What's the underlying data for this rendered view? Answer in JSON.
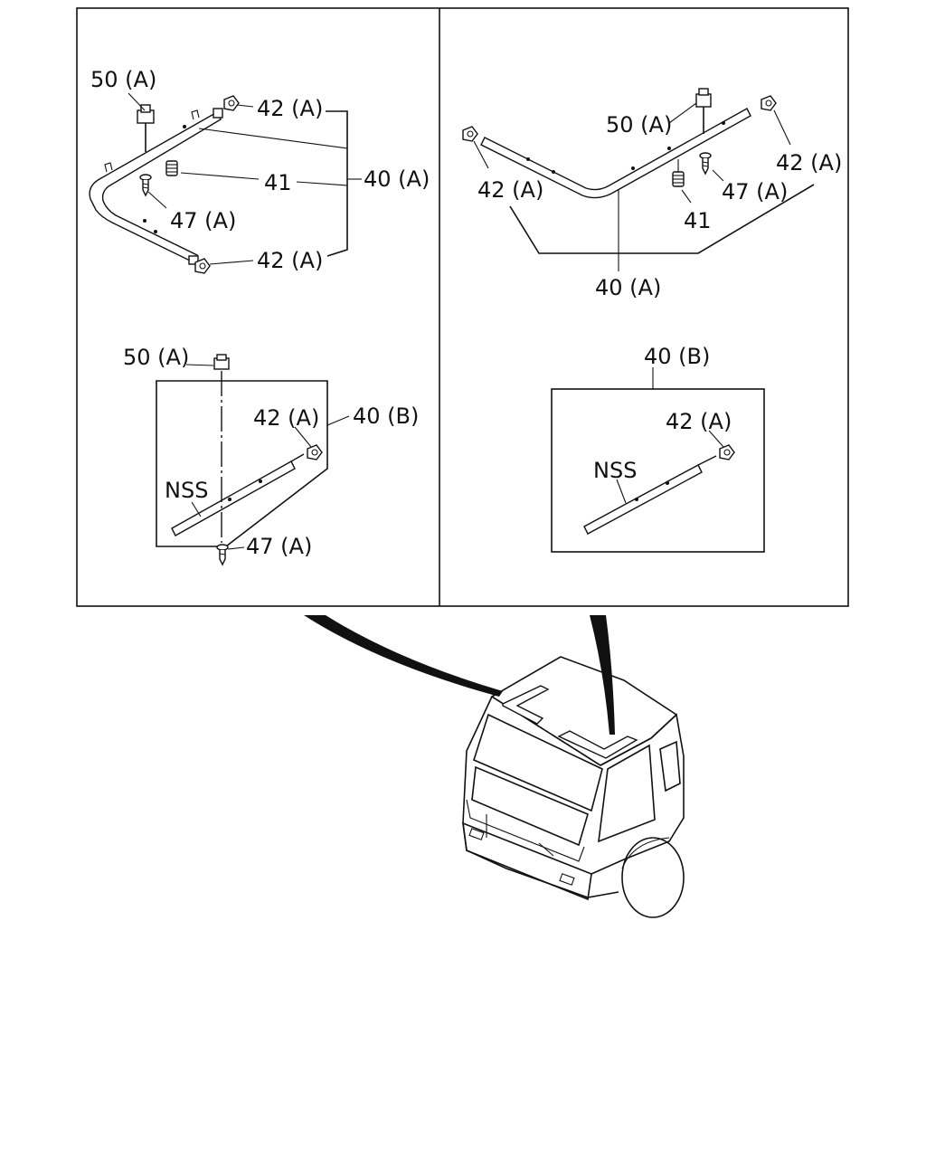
{
  "left_top": {
    "l50": "50 (A)",
    "l42a": "42 (A)",
    "l41": "41",
    "l40": "40 (A)",
    "l47": "47 (A)",
    "l42b": "42 (A)"
  },
  "left_bottom": {
    "l50": "50 (A)",
    "l42": "42 (A)",
    "l40": "40 (B)",
    "lnss": "NSS",
    "l47": "47 (A)"
  },
  "right_top": {
    "l50": "50 (A)",
    "l42r": "42 (A)",
    "l42l": "42 (A)",
    "l47": "47 (A)",
    "l41": "41",
    "l40": "40 (A)"
  },
  "right_bottom": {
    "l40": "40 (B)",
    "l42": "42 (A)",
    "lnss": "NSS"
  }
}
